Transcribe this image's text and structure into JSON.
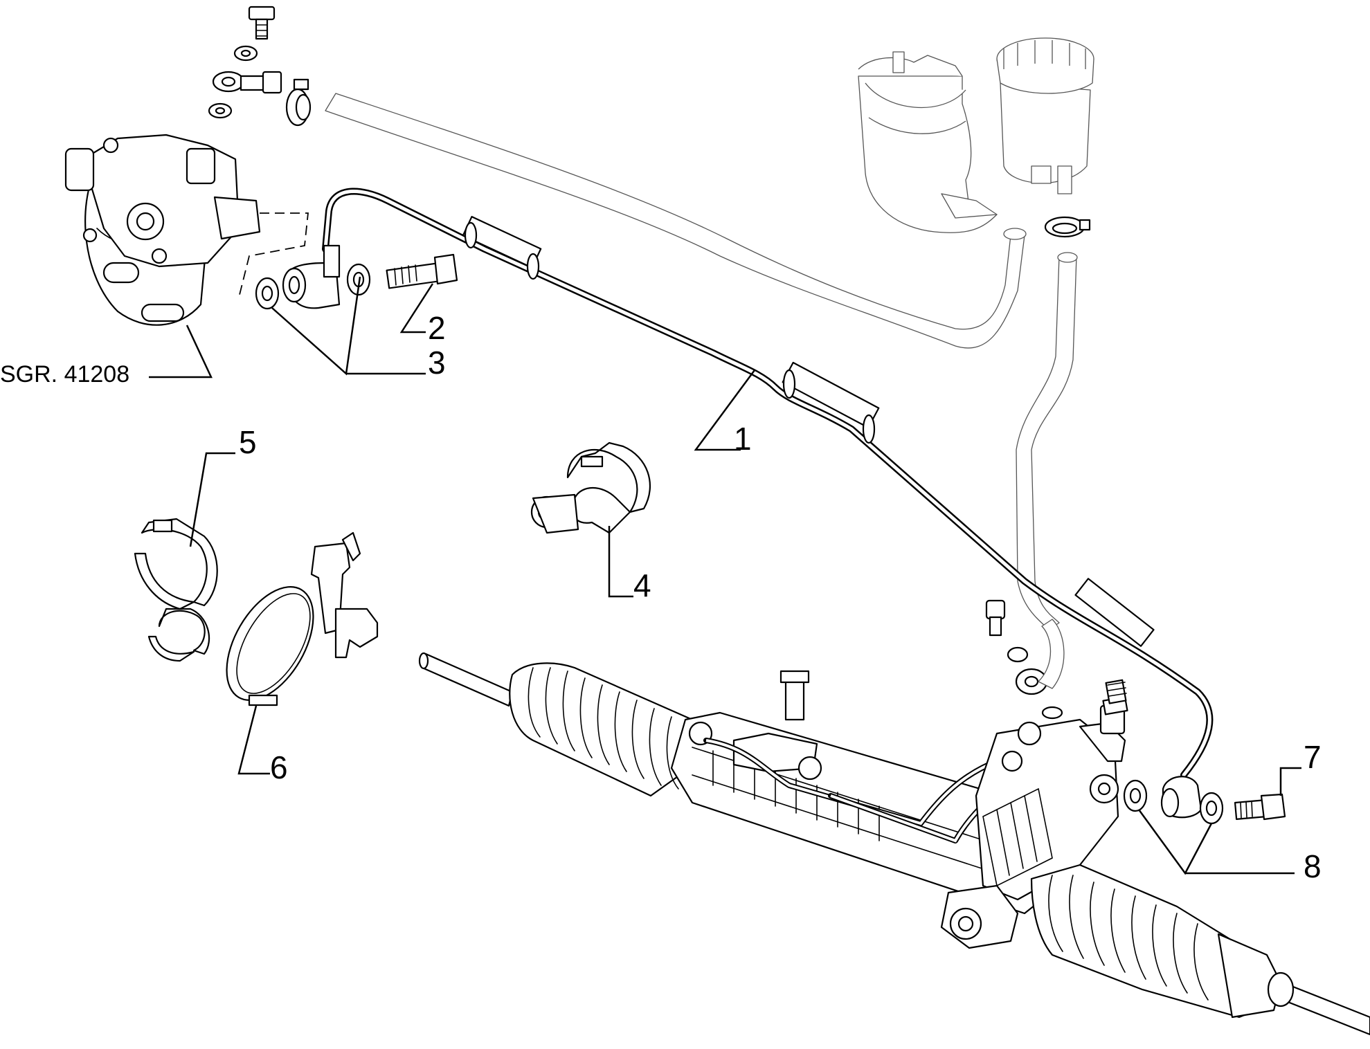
{
  "callouts": {
    "ref_group": "SGR. 41208",
    "p1": "1",
    "p2": "2",
    "p3": "3",
    "p4": "4",
    "p5": "5",
    "p6": "6",
    "p7": "7",
    "p8": "8"
  }
}
